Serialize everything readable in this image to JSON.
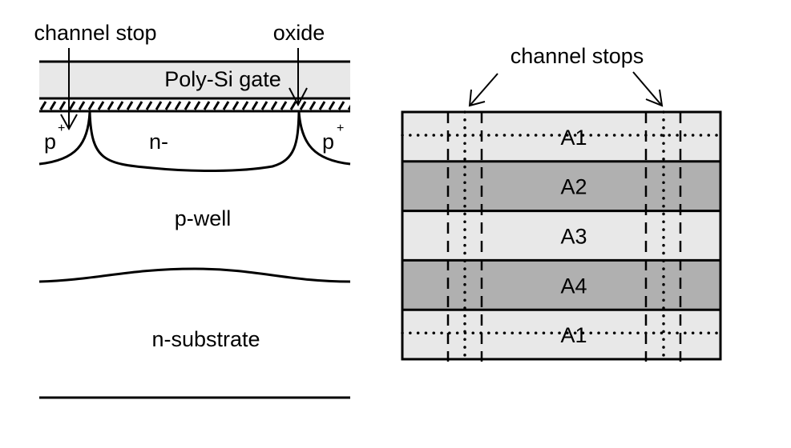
{
  "colors": {
    "line": "#000000",
    "gate_fill": "#e8e8e8",
    "light_row": "#e8e8e8",
    "dark_row": "#b0b0b0",
    "background": "#ffffff"
  },
  "cross_section": {
    "labels": {
      "channel_stop": "channel stop",
      "oxide": "oxide",
      "gate": "Poly-Si gate",
      "p_plus_left": "p",
      "p_plus_right": "p",
      "superscript": "+",
      "n_minus": "n-",
      "p_well": "p-well",
      "n_substrate": "n-substrate"
    }
  },
  "top_view": {
    "title": "channel stops",
    "rows": [
      {
        "label": "A1",
        "shade": "light",
        "dotted_line": true
      },
      {
        "label": "A2",
        "shade": "dark",
        "dotted_line": false
      },
      {
        "label": "A3",
        "shade": "light",
        "dotted_line": false
      },
      {
        "label": "A4",
        "shade": "dark",
        "dotted_line": false
      },
      {
        "label": "A1",
        "shade": "light",
        "dotted_line": true
      }
    ]
  }
}
